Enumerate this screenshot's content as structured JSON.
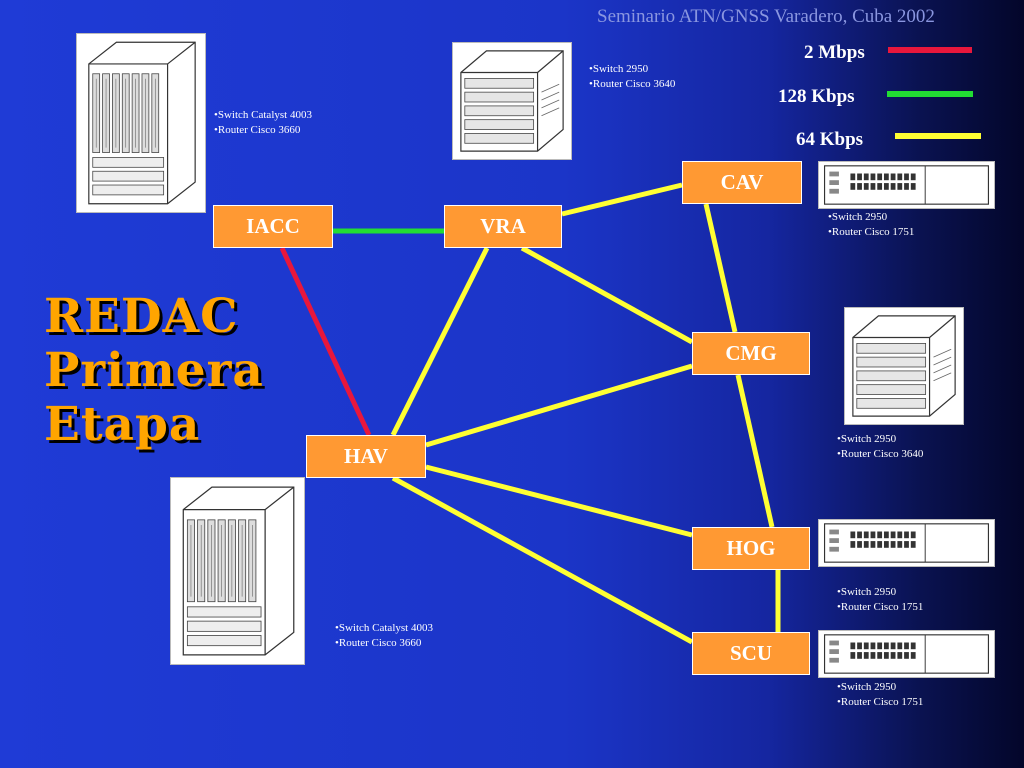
{
  "header": "Seminario ATN/GNSS Varadero, Cuba 2002",
  "title_lines": [
    "REDAC",
    "Primera",
    "Etapa"
  ],
  "legend": [
    {
      "label": "2 Mbps",
      "color": "#e8173c"
    },
    {
      "label": "128 Kbps",
      "color": "#22dd33"
    },
    {
      "label": "64 Kbps",
      "color": "#ffff33"
    }
  ],
  "nodes": {
    "iacc": "IACC",
    "vra": "VRA",
    "cav": "CAV",
    "cmg": "CMG",
    "hav": "HAV",
    "hog": "HOG",
    "scu": "SCU"
  },
  "captions": {
    "iacc": [
      "•Switch Catalyst 4003",
      "•Router Cisco 3660"
    ],
    "vra": [
      "•Switch 2950",
      "•Router Cisco 3640"
    ],
    "cav": [
      "•Switch 2950",
      "•Router Cisco 1751"
    ],
    "cmg": [
      "•Switch 2950",
      "•Router Cisco 3640"
    ],
    "hav": [
      "•Switch Catalyst 4003",
      "•Router Cisco 3660"
    ],
    "hog": [
      "•Switch 2950",
      "•Router Cisco 1751"
    ],
    "scu": [
      "•Switch 2950",
      "•Router Cisco 1751"
    ]
  },
  "links": [
    {
      "from": "iacc",
      "to": "vra",
      "speed": "128 Kbps",
      "color": "#22dd33"
    },
    {
      "from": "iacc",
      "to": "hav",
      "speed": "2 Mbps",
      "color": "#e8173c"
    },
    {
      "from": "vra",
      "to": "cav",
      "speed": "64 Kbps",
      "color": "#ffff33"
    },
    {
      "from": "vra",
      "to": "cmg",
      "speed": "64 Kbps",
      "color": "#ffff33"
    },
    {
      "from": "vra",
      "to": "hav",
      "speed": "64 Kbps",
      "color": "#ffff33"
    },
    {
      "from": "cav",
      "to": "cmg",
      "speed": "64 Kbps",
      "color": "#ffff33"
    },
    {
      "from": "cmg",
      "to": "hav",
      "speed": "64 Kbps",
      "color": "#ffff33"
    },
    {
      "from": "cmg",
      "to": "hog",
      "speed": "64 Kbps",
      "color": "#ffff33"
    },
    {
      "from": "hav",
      "to": "hog",
      "speed": "64 Kbps",
      "color": "#ffff33"
    },
    {
      "from": "hav",
      "to": "scu",
      "speed": "64 Kbps",
      "color": "#ffff33"
    },
    {
      "from": "hog",
      "to": "scu",
      "speed": "64 Kbps",
      "color": "#ffff33"
    }
  ]
}
